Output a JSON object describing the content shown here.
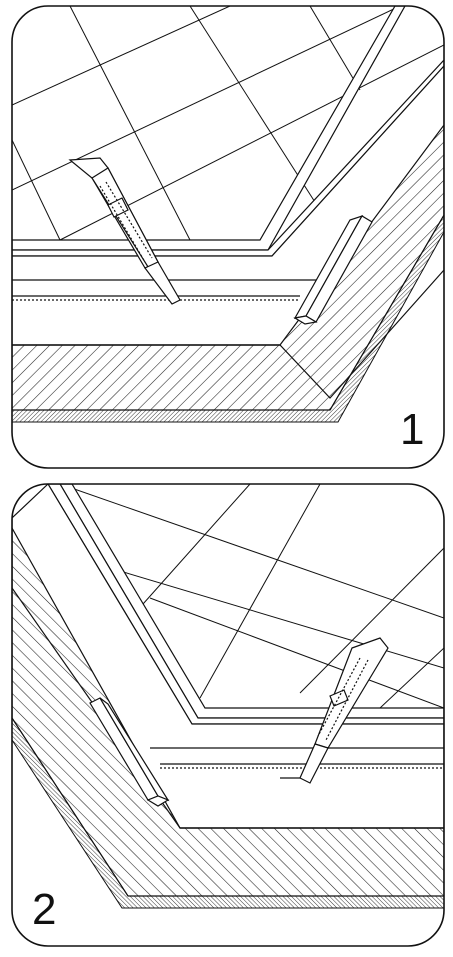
{
  "panels": [
    {
      "step_label": "1"
    },
    {
      "step_label": "2"
    }
  ],
  "colors": {
    "line": "#111111",
    "background": "#ffffff",
    "hatch": "#222222"
  },
  "icons": [
    "utility-knife-icon",
    "glue-strip-icon",
    "tile-grid",
    "stair-nosing-profile"
  ]
}
